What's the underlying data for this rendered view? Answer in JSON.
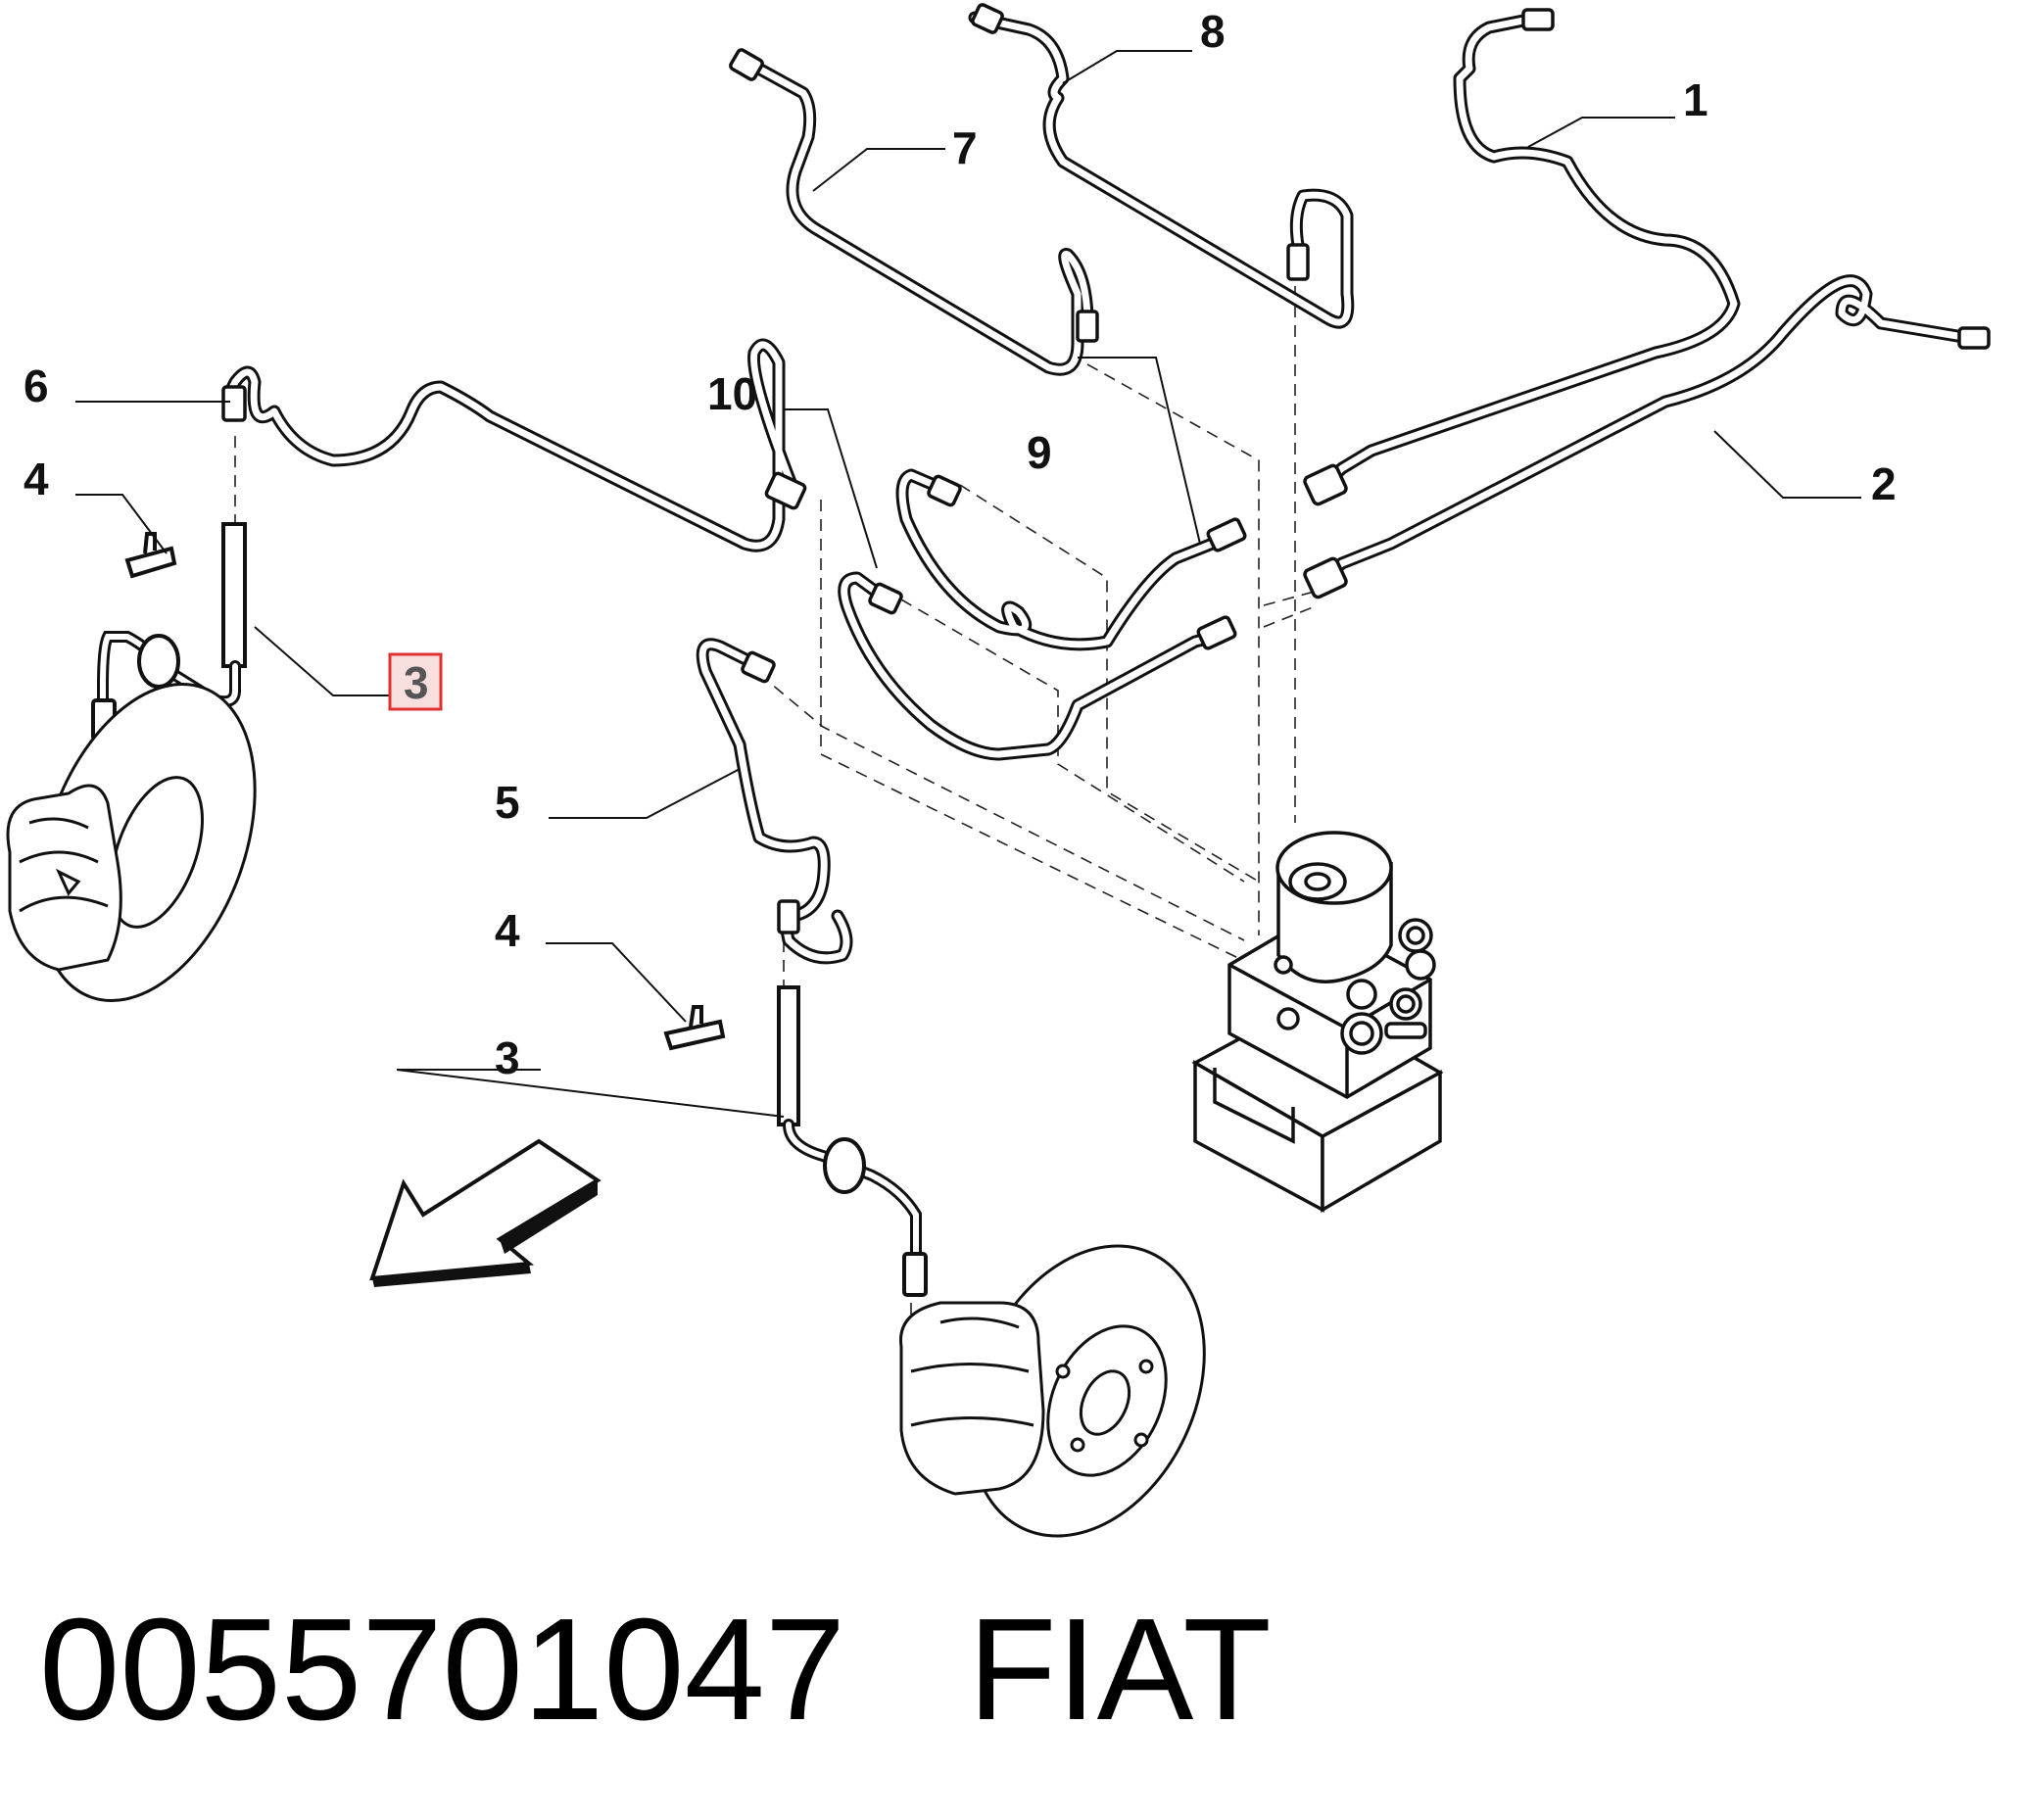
{
  "callouts": {
    "c1": "1",
    "c2": "2",
    "c3_highlighted": "3",
    "c3_lower": "3",
    "c4_upper": "4",
    "c4_lower": "4",
    "c5": "5",
    "c6": "6",
    "c7": "7",
    "c8": "8",
    "c9": "9",
    "c10": "10"
  },
  "highlight_color": "#e0312c",
  "highlight_fill": "#f9dede",
  "caption": {
    "part_number": "0055701047",
    "brand": "FIAT"
  }
}
